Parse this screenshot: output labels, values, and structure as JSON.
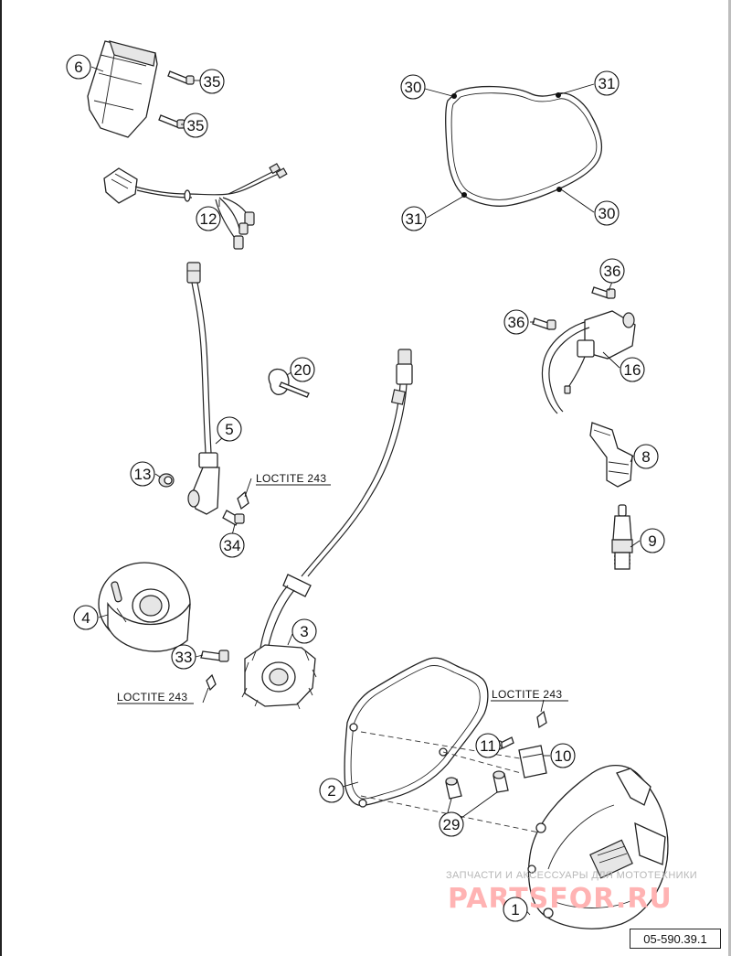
{
  "callouts": {
    "c1": "1",
    "c2": "2",
    "c3": "3",
    "c4": "4",
    "c5": "5",
    "c6": "6",
    "c8": "8",
    "c9": "9",
    "c10": "10",
    "c11": "11",
    "c12": "12",
    "c13": "13",
    "c16": "16",
    "c20": "20",
    "c29": "29",
    "c30a": "30",
    "c30b": "30",
    "c31a": "31",
    "c31b": "31",
    "c33": "33",
    "c34": "34",
    "c35a": "35",
    "c35b": "35",
    "c36a": "36",
    "c36b": "36"
  },
  "notes": {
    "loctite_a": "LOCTITE 243",
    "loctite_b": "LOCTITE 243",
    "loctite_c": "LOCTITE 243"
  },
  "watermark": {
    "text": "ЗАПЧАСТИ И АКСЕССУАРЫ ДЛЯ МОТОТЕХНИКИ",
    "logo": "PARTSFOR.RU"
  },
  "reference_number": "05-590.39.1"
}
